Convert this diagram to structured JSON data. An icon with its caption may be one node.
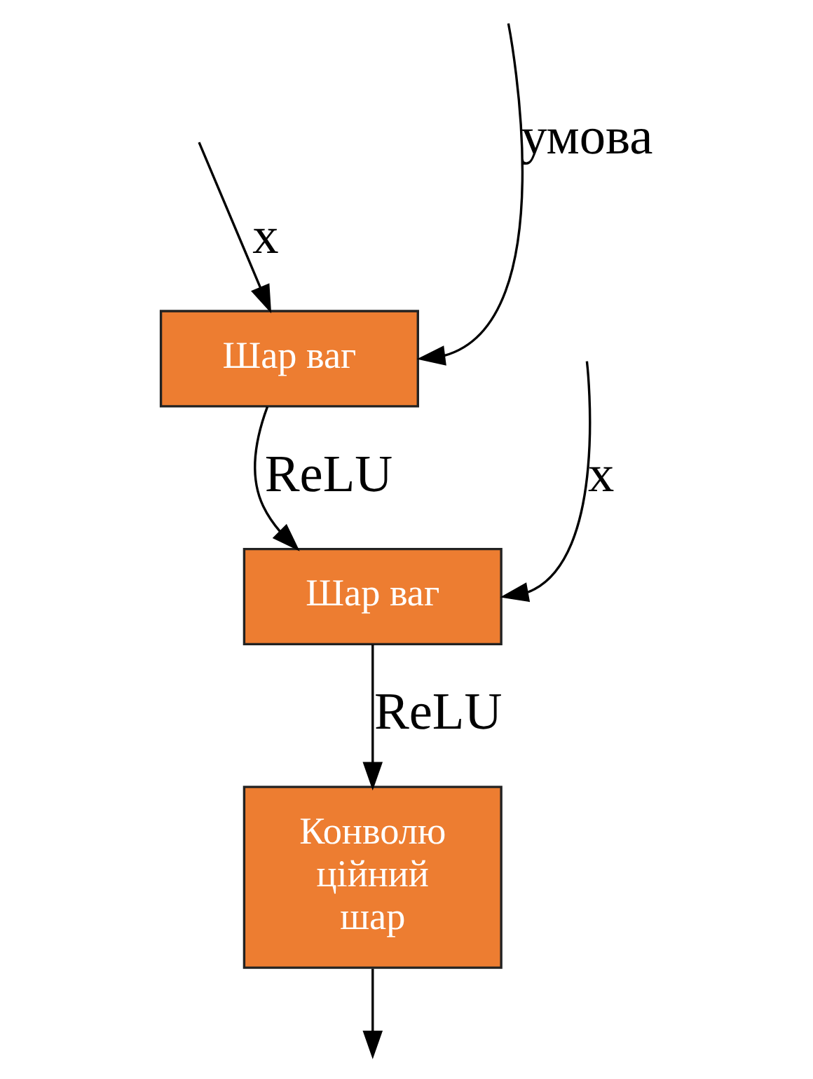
{
  "diagram": {
    "nodes": [
      {
        "text": [
          "Шар ваг"
        ]
      },
      {
        "text": [
          "Шар ваг"
        ]
      },
      {
        "text": [
          "Конволю ційний шар"
        ]
      }
    ],
    "edges": [
      {
        "from": null,
        "to": 0,
        "arrow": "to",
        "label": "умова"
      },
      {
        "from": null,
        "to": 0,
        "arrow": "to",
        "label": "x"
      },
      {
        "from": null,
        "to": 1,
        "arrow": "to",
        "label": "x"
      },
      {
        "from": 0,
        "to": 1,
        "arrow": "to",
        "label": "ReLU"
      },
      {
        "from": 1,
        "to": 2,
        "arrow": "to",
        "label": "ReLU"
      },
      {
        "from": 2,
        "to": null,
        "arrow": "to"
      }
    ]
  }
}
